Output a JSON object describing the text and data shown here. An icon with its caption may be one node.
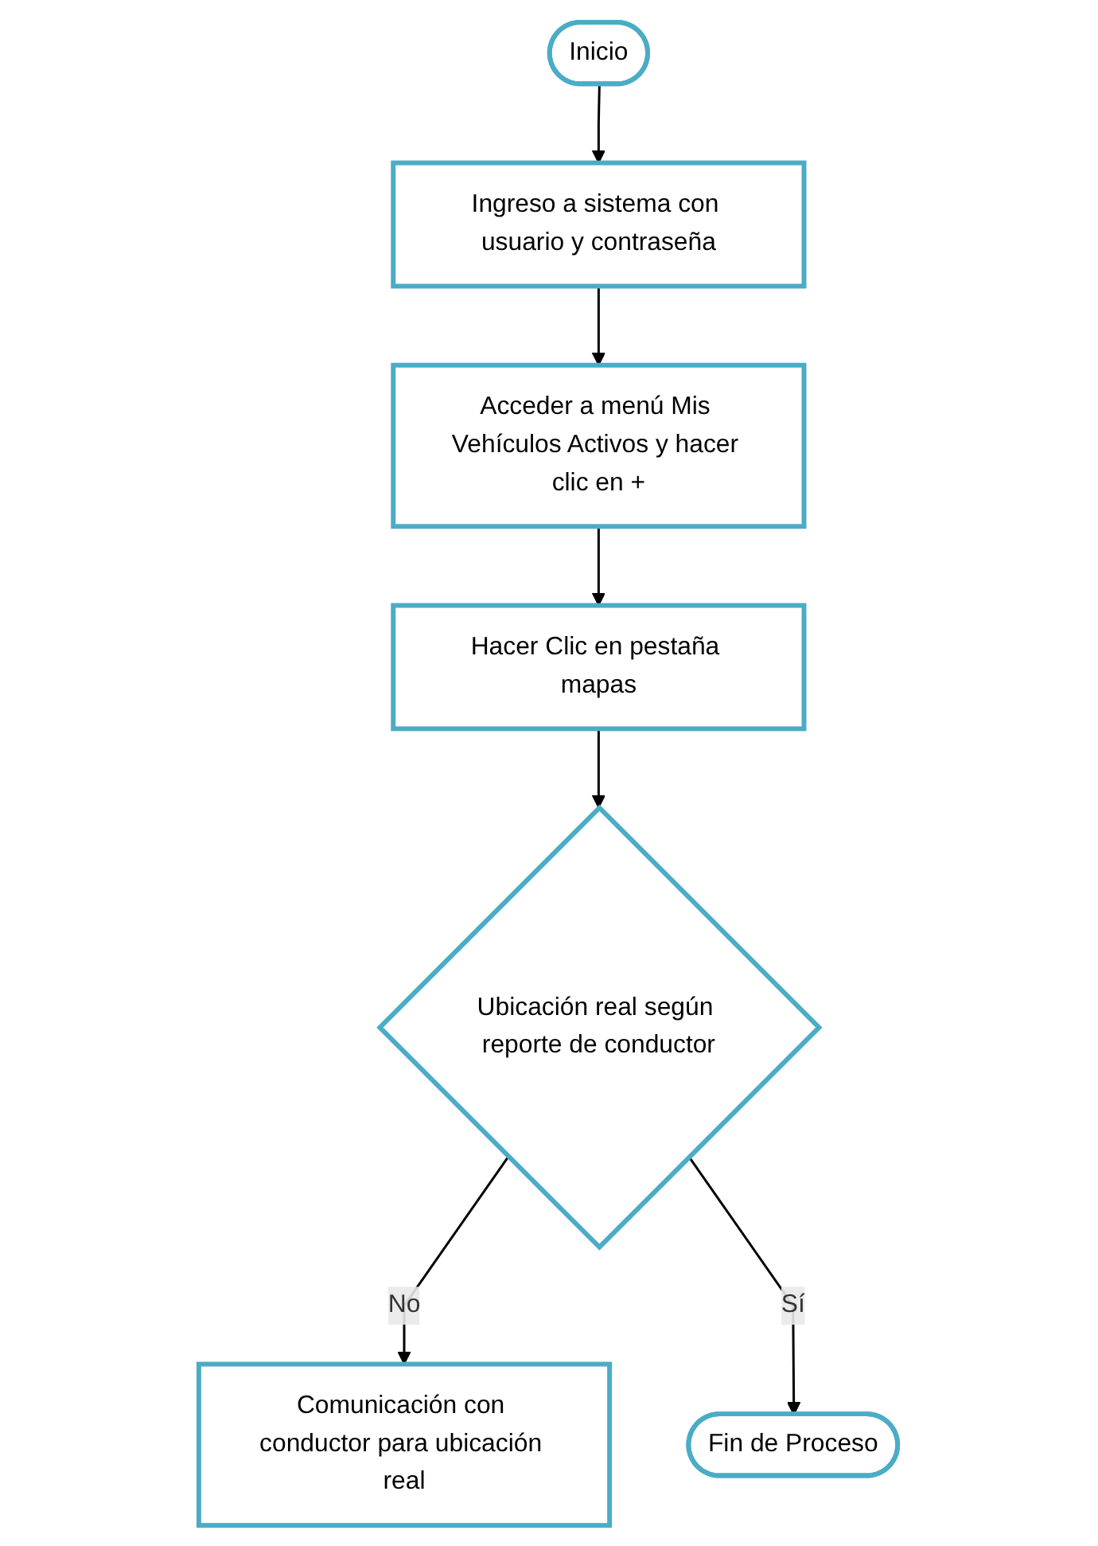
{
  "diagram": {
    "nodes": [
      {
        "text": [
          "Inicio"
        ]
      },
      {
        "text": [
          "Ingreso a sistema con usuario y contraseña"
        ]
      },
      {
        "text": [
          "Acceder a menú Mis Vehículos Activos y hacer clic en +"
        ]
      },
      {
        "text": [
          "Hacer Clic en pestaña mapas"
        ]
      },
      {
        "text": [
          "Ubicación real según reporte de conductor"
        ]
      },
      {
        "text": [
          "Comunicación con conductor para ubicación real"
        ]
      },
      {
        "text": [
          "Fin de Proceso"
        ]
      }
    ],
    "edges": [
      {
        "from": 0,
        "to": 1,
        "arrow": "to"
      },
      {
        "from": 1,
        "to": 2,
        "arrow": "to"
      },
      {
        "from": 2,
        "to": 3,
        "arrow": "to"
      },
      {
        "from": 3,
        "to": 4,
        "arrow": "to"
      },
      {
        "from": 4,
        "to": 5,
        "label": "No",
        "arrow": "to"
      },
      {
        "from": 4,
        "to": 6,
        "label": "Sí",
        "arrow": "to"
      }
    ]
  }
}
